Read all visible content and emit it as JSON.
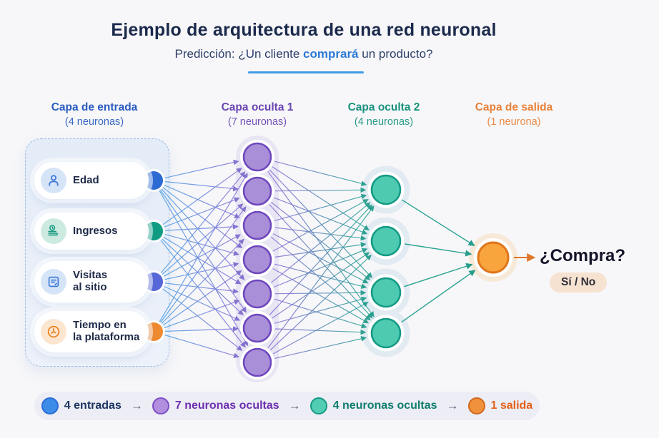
{
  "header": {
    "title": "Ejemplo de arquitectura de una red neuronal",
    "subtitle_prefix": "Predicción: ¿Un cliente ",
    "subtitle_highlight": "comprará",
    "subtitle_suffix": " un producto?"
  },
  "layers": [
    {
      "name": "Capa de entrada",
      "count_label": "(4 neuronas)",
      "color": "#2a5cc0",
      "neurons": 4
    },
    {
      "name": "Capa oculta 1",
      "count_label": "(7 neuronas)",
      "color": "#6b46b4",
      "neurons": 7
    },
    {
      "name": "Capa oculta 2",
      "count_label": "(4 neuronas)",
      "color": "#18927e",
      "neurons": 4
    },
    {
      "name": "Capa de salida",
      "count_label": "(1 neurona)",
      "color": "#e8813a",
      "neurons": 1
    }
  ],
  "inputs": [
    {
      "label": "Edad",
      "icon": "person-icon",
      "icon_color": "#3b78d8",
      "icon_bg": "#d6e4f8",
      "node_color": "#2d6bd4"
    },
    {
      "label": "Ingresos",
      "icon": "coins-icon",
      "icon_color": "#1a9a82",
      "icon_bg": "#cdeae0",
      "node_color": "#0e9c82"
    },
    {
      "label": "Visitas\nal sitio",
      "icon": "document-icon",
      "icon_color": "#3b78d8",
      "icon_bg": "#d6e4f8",
      "node_color": "#5667d8"
    },
    {
      "label": "Tiempo en\nla plataforma",
      "icon": "clock-icon",
      "icon_color": "#e8801e",
      "icon_bg": "#fce6d0",
      "node_color": "#ee8a30"
    }
  ],
  "output": {
    "question": "¿Compra?",
    "answer_badge": "Sí / No"
  },
  "legend": {
    "arrow": "→",
    "items": [
      {
        "label": "4 entradas",
        "fill": "#3d8de8",
        "stroke": "#2d6bd4",
        "text_color": "#1d3461"
      },
      {
        "label": "7 neuronas ocultas",
        "fill": "#b28ede",
        "stroke": "#7f4ec6",
        "text_color": "#6d2fb0"
      },
      {
        "label": "4 neuronas ocultas",
        "fill": "#52cdb4",
        "stroke": "#169a85",
        "text_color": "#0e7d6d"
      },
      {
        "label": "1 salida",
        "fill": "#f0923c",
        "stroke": "#d2661c",
        "text_color": "#e2611b"
      }
    ]
  },
  "colors": {
    "background": "#f7f7f9",
    "subtitle_underline": "#3f9ce8",
    "edge_blue": "#58a2e4",
    "edge_purple": "#8b74d6",
    "edge_teal": "#2ea79a",
    "edge_teal_solid": "#1f9e8c",
    "arrow_purple": "#7b66cc",
    "arrow_teal": "#1b9a88",
    "hidden1_fill": "#a98fd7",
    "hidden1_stroke": "#6f48be",
    "hidden1_halo": "#e9e6f4",
    "hidden2_fill": "#4ecab1",
    "hidden2_stroke": "#149a85",
    "hidden2_halo": "#e2eaf2",
    "output_fill": "#f9a53e",
    "output_stroke": "#e0761c",
    "output_halo": "#f7e9d8",
    "output_arrow": "#e0762a"
  }
}
